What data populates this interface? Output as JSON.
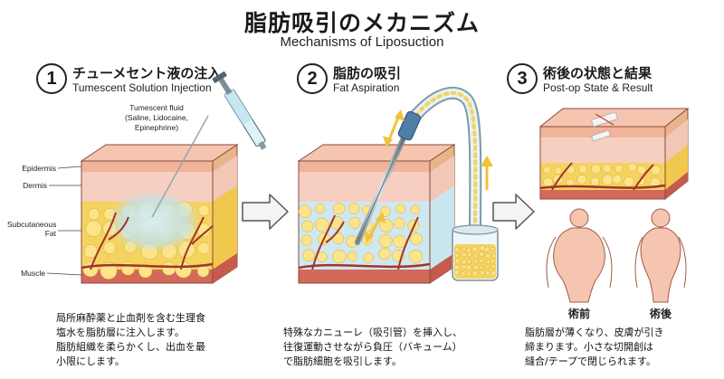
{
  "title": {
    "jp": "脂肪吸引のメカニズム",
    "en": "Mechanisms of Liposuction"
  },
  "steps": [
    {
      "num": "1",
      "jp": "チューメセント液の注入",
      "en": "Tumescent Solution Injection",
      "fluid_label": [
        "Tumescent fluid",
        "(Saline, Lidocaine,",
        "Epinephrine)"
      ],
      "desc": [
        "局所麻酔薬と止血剤を含む生理食",
        "塩水を脂肪層に注入します。",
        "脂肪組織を柔らかくし、出血を最",
        "小限にします。"
      ]
    },
    {
      "num": "2",
      "jp": "脂肪の吸引",
      "en": "Fat Aspiration",
      "desc": [
        "特殊なカニューレ（吸引管）を挿入し、",
        "往復運動させながら負圧（バキューム）",
        "で脂肪細胞を吸引します。"
      ]
    },
    {
      "num": "3",
      "jp": "術後の状態と結果",
      "en": "Post-op State & Result",
      "before_label": "術前",
      "after_label": "術後",
      "desc": [
        "脂肪層が薄くなり、皮膚が引き",
        "締まります。小さな切開創は",
        "縫合/テープで閉じられます。"
      ]
    }
  ],
  "layers": {
    "epidermis": "Epidermis",
    "dermis": "Dermis",
    "subcutaneous": [
      "Subcutaneous",
      "Fat"
    ],
    "muscle": "Muscle"
  },
  "colors": {
    "epidermis": "#f0b49a",
    "dermis": "#f6cfc0",
    "fat": "#f4d35e",
    "fat_cell": "#fbe48a",
    "muscle": "#d2695a",
    "vessel": "#a0352a",
    "fluid": "#bfe3f0",
    "arrow": "#f2c23a"
  }
}
